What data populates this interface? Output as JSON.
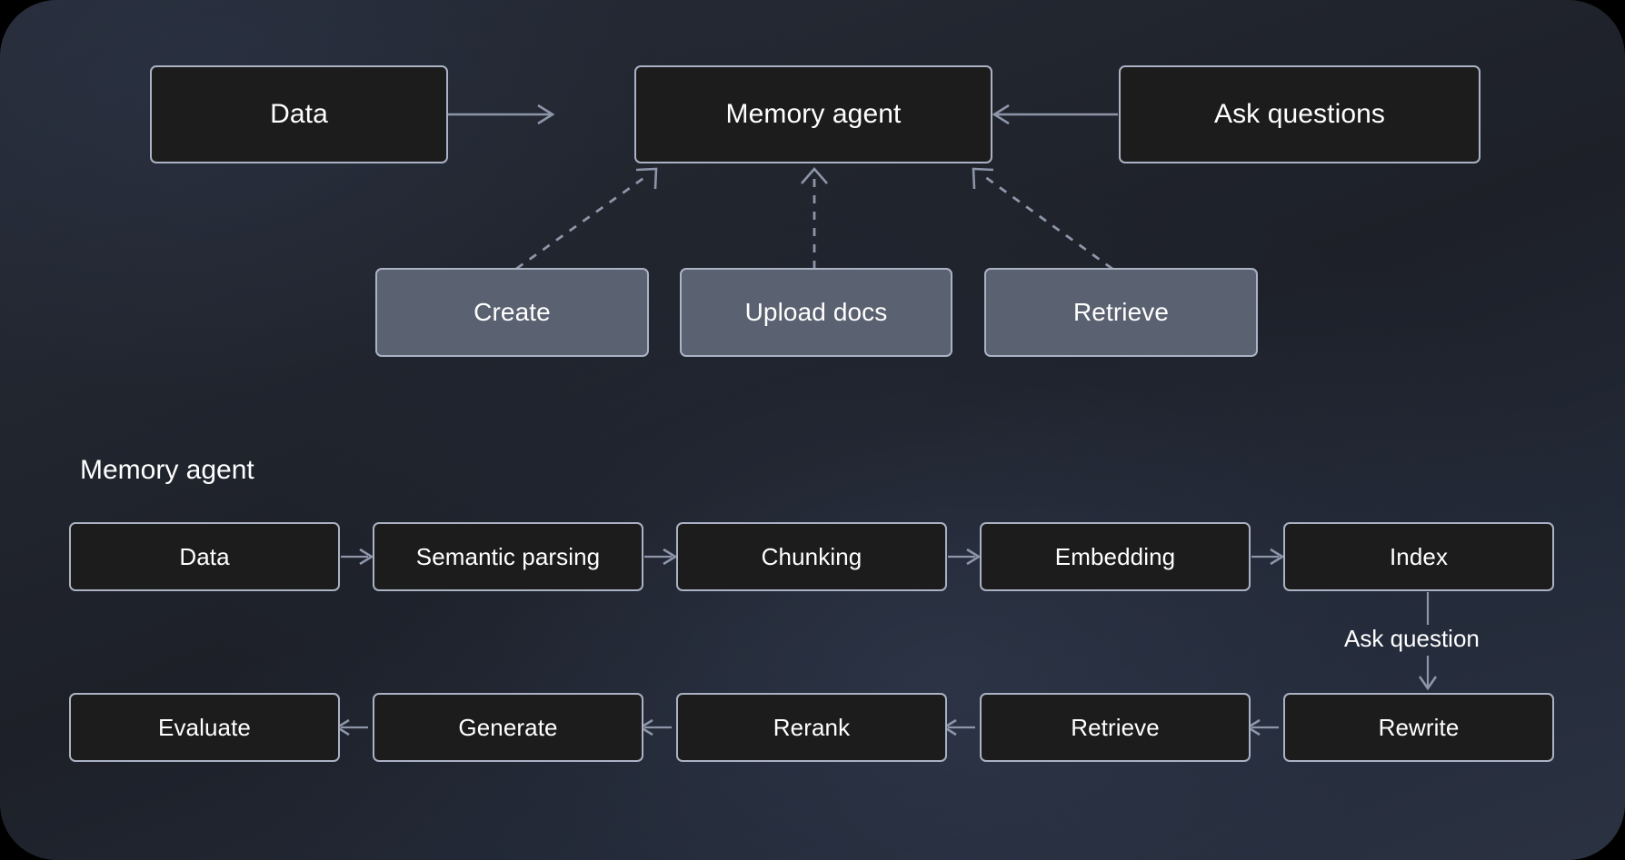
{
  "diagram": {
    "title_visible": false,
    "colors": {
      "canvas_dark": "#1d2028",
      "canvas_light": "#2b3242",
      "node_fill": "#1c1c1c",
      "node_border": "#aab2c4",
      "action_node_fill": "#5a6170",
      "wire": "#8d95a8",
      "text": "#ffffff"
    },
    "overview": {
      "nodes": [
        {
          "id": "data",
          "label": "Data"
        },
        {
          "id": "memory-agent",
          "label": "Memory agent"
        },
        {
          "id": "ask-questions",
          "label": "Ask questions"
        }
      ],
      "actions": [
        {
          "id": "create",
          "label": "Create"
        },
        {
          "id": "upload-docs",
          "label": "Upload docs"
        },
        {
          "id": "retrieve",
          "label": "Retrieve"
        }
      ],
      "edges": [
        {
          "from": "data",
          "to": "memory-agent",
          "style": "solid",
          "direction": "right"
        },
        {
          "from": "ask-questions",
          "to": "memory-agent",
          "style": "solid",
          "direction": "left"
        },
        {
          "from": "create",
          "to": "memory-agent",
          "style": "dashed",
          "direction": "up"
        },
        {
          "from": "upload-docs",
          "to": "memory-agent",
          "style": "dashed",
          "direction": "up"
        },
        {
          "from": "retrieve",
          "to": "memory-agent",
          "style": "dashed",
          "direction": "up"
        }
      ]
    },
    "pipeline": {
      "section_label": "Memory agent",
      "row_top": [
        {
          "id": "p-data",
          "label": "Data"
        },
        {
          "id": "p-semantic",
          "label": "Semantic parsing"
        },
        {
          "id": "p-chunking",
          "label": "Chunking"
        },
        {
          "id": "p-embedding",
          "label": "Embedding"
        },
        {
          "id": "p-index",
          "label": "Index"
        }
      ],
      "row_bottom": [
        {
          "id": "p-evaluate",
          "label": "Evaluate"
        },
        {
          "id": "p-generate",
          "label": "Generate"
        },
        {
          "id": "p-rerank",
          "label": "Rerank"
        },
        {
          "id": "p-retrieve",
          "label": "Retrieve"
        },
        {
          "id": "p-rewrite",
          "label": "Rewrite"
        }
      ],
      "connector_label": "Ask question",
      "top_flow_direction": "left-to-right",
      "bottom_flow_direction": "right-to-left"
    }
  }
}
